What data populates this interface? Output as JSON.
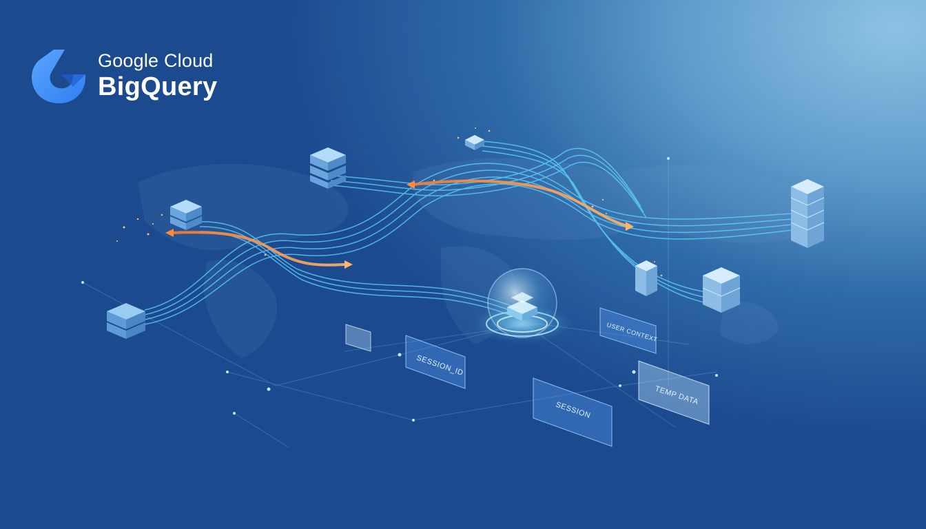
{
  "brand": {
    "line1": "Google Cloud",
    "line2": "BigQuery",
    "logo_icon": "bigquery-logo-icon"
  },
  "cards": [
    {
      "label": "SESSION_ID"
    },
    {
      "label": "USER CONTEXT"
    },
    {
      "label": "SESSION"
    },
    {
      "label": "TEMP DATA"
    }
  ],
  "colors": {
    "background_dark": "#1b4a8e",
    "background_light": "#8cc2e4",
    "stream_lines": "#5fd8ff",
    "highlight_arrows": "#ff9a3c",
    "logo_blue": "#3b8cff"
  },
  "icons": [
    "server-stack-icon",
    "data-hub-sphere-icon",
    "flow-arrow-icon"
  ]
}
